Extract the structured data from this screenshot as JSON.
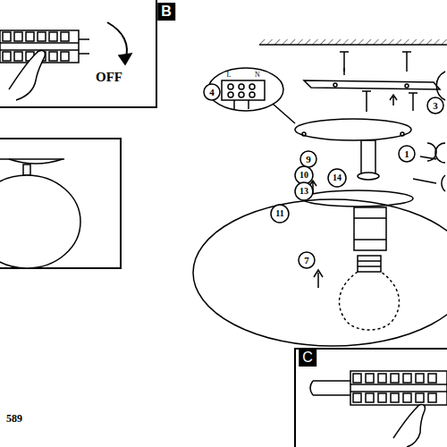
{
  "diagram": {
    "labels": [
      "B",
      "OFF",
      "L",
      "N",
      "4",
      "9",
      "1",
      "10",
      "14",
      "13",
      "11",
      "7",
      "3",
      "589",
      "C"
    ]
  }
}
